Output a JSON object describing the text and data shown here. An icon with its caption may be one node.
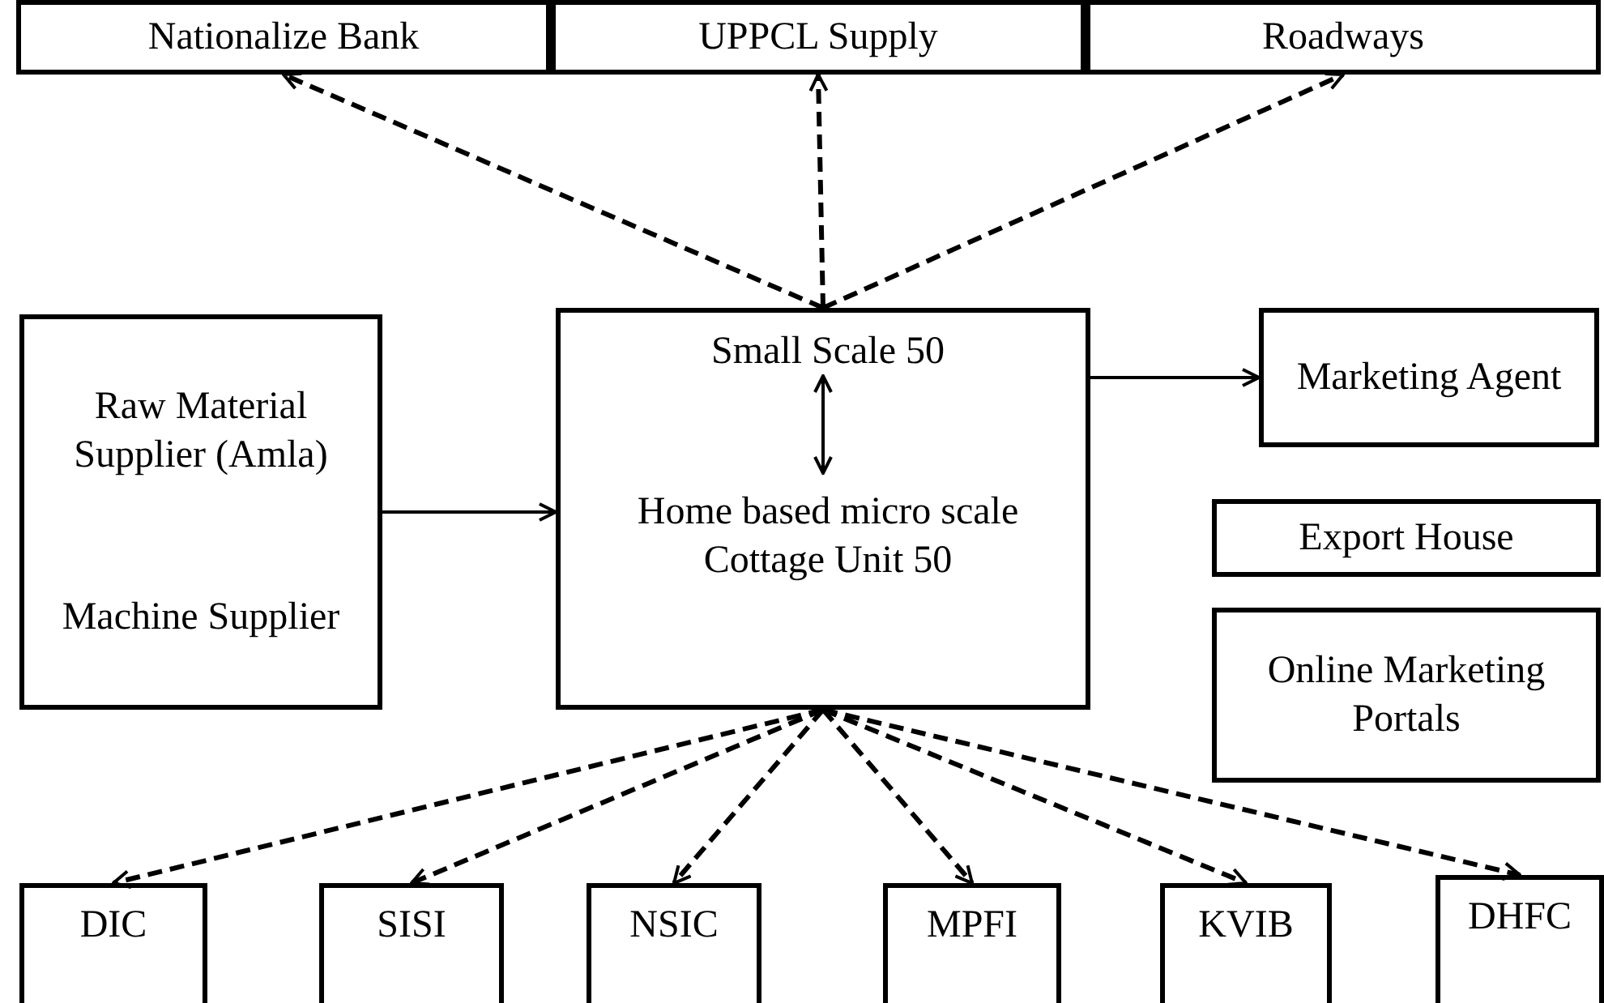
{
  "diagram": {
    "nodes": [
      {
        "text": [
          "Nationalize Bank"
        ]
      },
      {
        "text": [
          "UPPCL Supply"
        ]
      },
      {
        "text": [
          "Roadways"
        ]
      },
      {
        "text": [
          "Raw Material Supplier (Amla)",
          "Machine Supplier"
        ]
      },
      {
        "text": [],
        "shape": "box"
      },
      {
        "text": [
          "Small Scale 50"
        ],
        "in": 4
      },
      {
        "text": [
          "Home based micro scale Cottage Unit 50"
        ],
        "in": 4
      },
      {
        "text": [
          "Marketing Agent"
        ]
      },
      {
        "text": [
          "Export House"
        ]
      },
      {
        "text": [
          "Online Marketing Portals"
        ]
      },
      {
        "text": [
          "DIC"
        ]
      },
      {
        "text": [
          "SISI"
        ]
      },
      {
        "text": [
          "NSIC"
        ]
      },
      {
        "text": [
          "MPFI"
        ]
      },
      {
        "text": [
          "KVIB"
        ]
      },
      {
        "text": [
          "DHFC"
        ]
      }
    ],
    "edges": [
      {
        "from": 4,
        "to": 0,
        "arrow": "to",
        "style": "dashed"
      },
      {
        "from": 4,
        "to": 1,
        "arrow": "to",
        "style": "dashed"
      },
      {
        "from": 4,
        "to": 2,
        "arrow": "to",
        "style": "dashed"
      },
      {
        "from": 3,
        "to": 4,
        "arrow": "to"
      },
      {
        "from": 5,
        "to": 6,
        "arrow": "both"
      },
      {
        "from": 4,
        "to": 7,
        "arrow": "to"
      },
      {
        "from": 4,
        "to": 10,
        "arrow": "to",
        "style": "dashed"
      },
      {
        "from": 4,
        "to": 11,
        "arrow": "to",
        "style": "dashed"
      },
      {
        "from": 4,
        "to": 12,
        "arrow": "to",
        "style": "dashed"
      },
      {
        "from": 4,
        "to": 13,
        "arrow": "to",
        "style": "dashed"
      },
      {
        "from": 4,
        "to": 14,
        "arrow": "to",
        "style": "dashed"
      },
      {
        "from": 4,
        "to": 15,
        "arrow": "to",
        "style": "dashed"
      }
    ]
  }
}
